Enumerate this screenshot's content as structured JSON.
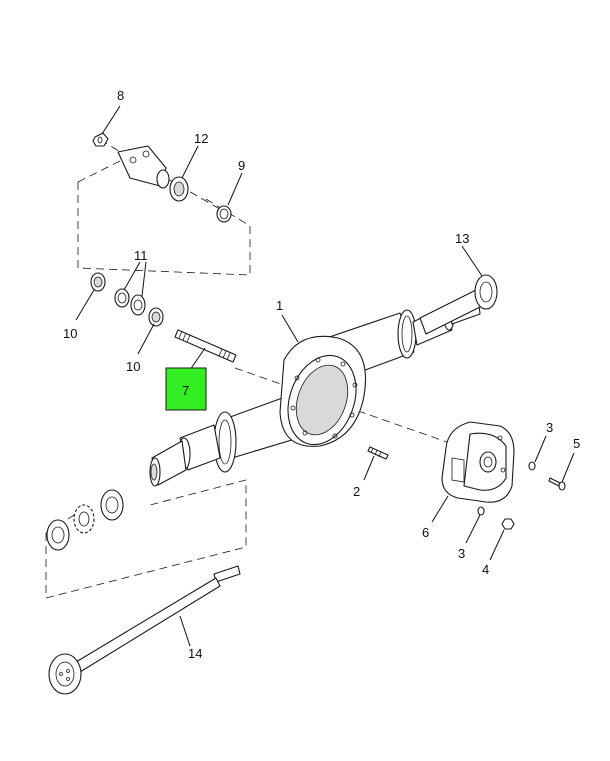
{
  "highlight_color": "#33ee22",
  "callouts": {
    "c1": "1",
    "c2": "2",
    "c3a": "3",
    "c3b": "3",
    "c4": "4",
    "c5": "5",
    "c6": "6",
    "c7": "7",
    "c8": "8",
    "c9": "9",
    "c10a": "10",
    "c10b": "10",
    "c11": "11",
    "c12": "12",
    "c13": "13",
    "c14": "14"
  }
}
